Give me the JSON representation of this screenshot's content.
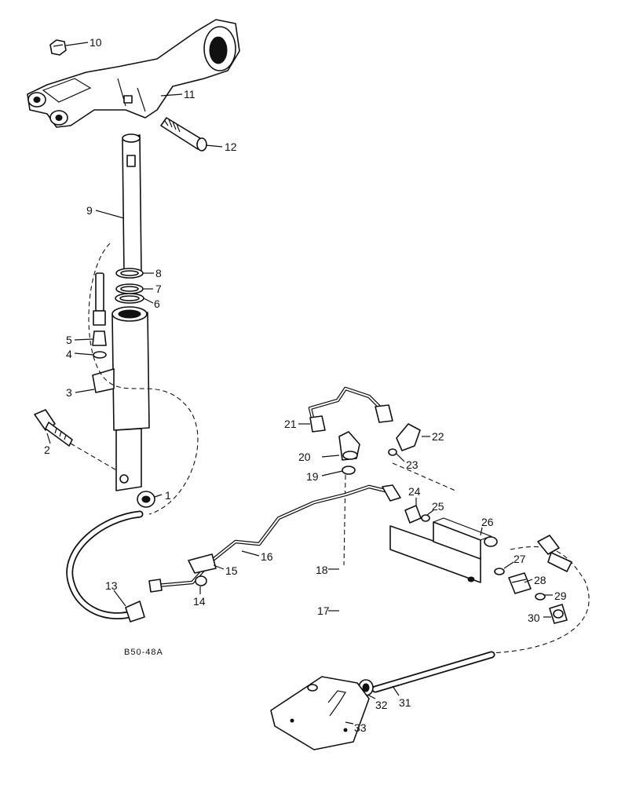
{
  "drawing_code": "B50-48A",
  "callouts": {
    "p1": "1",
    "p2": "2",
    "p3": "3",
    "p4": "4",
    "p5": "5",
    "p6": "6",
    "p7": "7",
    "p8": "8",
    "p9": "9",
    "p10": "10",
    "p11": "11",
    "p12": "12",
    "p13": "13",
    "p14": "14",
    "p15": "15",
    "p16": "16",
    "p17": "17",
    "p18": "18",
    "p19": "19",
    "p20": "20",
    "p21": "21",
    "p22": "22",
    "p23": "23",
    "p24": "24",
    "p25": "25",
    "p26": "26",
    "p27": "27",
    "p28": "28",
    "p29": "29",
    "p30": "30",
    "p31": "31",
    "p32": "32",
    "p33": "33"
  }
}
